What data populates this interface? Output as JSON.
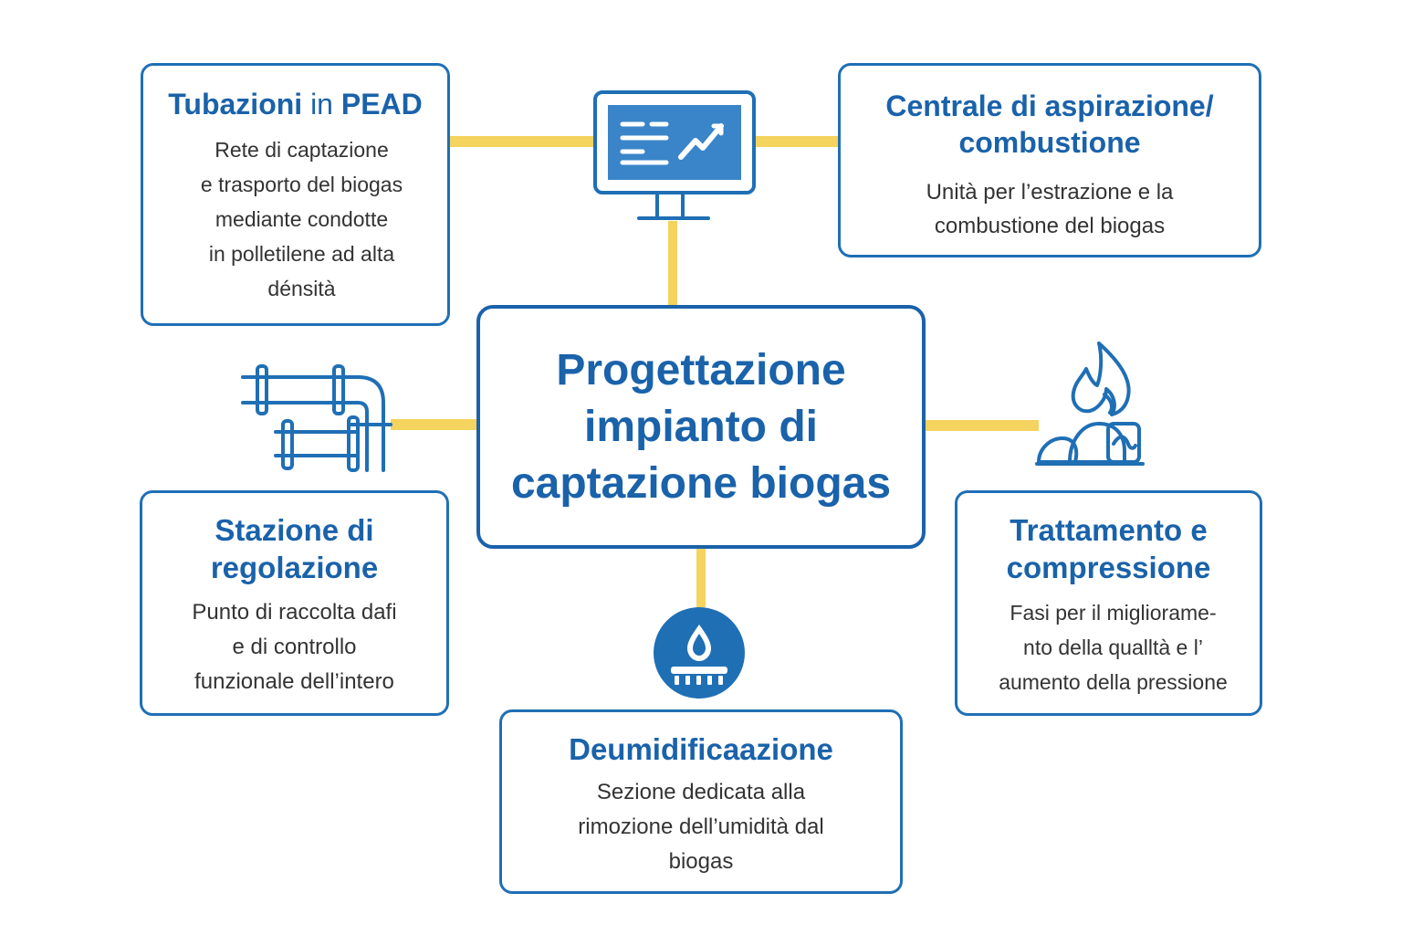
{
  "center": {
    "title": "Progettazione\nimpianto di\ncaptazione biogas"
  },
  "nodes": {
    "tubazioni": {
      "title_main": "Tubazioni",
      "title_mid": " in ",
      "title_end": "PEAD",
      "description": "Rete di captazione\ne trasporto del biogas\nmediante condotte\nin polletilene ad alta\ndénsità"
    },
    "centrale": {
      "title": "Centrale di aspirazione/\ncombustione",
      "description": "Unità per l’estrazione e la\ncombustione del biogas"
    },
    "stazione": {
      "title": "Stazione di\nregolazione",
      "description": "Punto di raccolta dafi\ne di controllo\nfunzionale dell’intero"
    },
    "trattamento": {
      "title": "Trattamento e\ncompressione",
      "description": "Fasi per il migliorame-\nnto della qualltà e l’\naumento della pressione"
    },
    "deumidificazione": {
      "title": "Deumidificaazione",
      "description": "Sezione dedicata alla\nrimozione dell’umidità dal\nbiogas"
    }
  },
  "icons": {
    "monitor": "monitor-chart-icon",
    "pipes": "pipes-icon",
    "flame": "flame-burner-icon",
    "dehumidifier": "water-drop-icon"
  },
  "colors": {
    "primary": "#1f6fb5",
    "title": "#1a62aa",
    "connector": "#f4d35e",
    "text": "#333333"
  }
}
